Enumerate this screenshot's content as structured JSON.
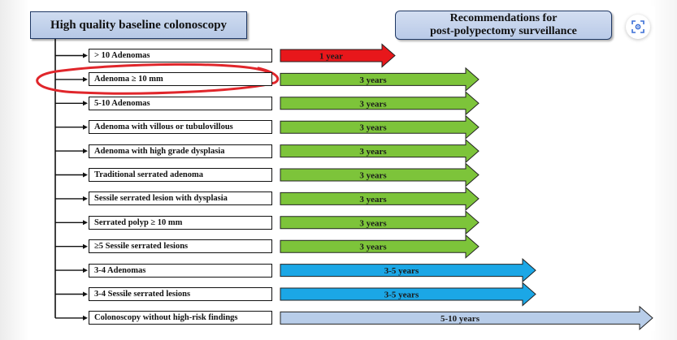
{
  "title": "High quality baseline colonoscopy",
  "recommendations": {
    "line1": "Recommendations for",
    "line2": "post-polypectomy surveillance"
  },
  "rows": [
    {
      "label": "> 10 Adenomas",
      "interval": "1 year",
      "color": "#e8171b",
      "bar_end": 0
    },
    {
      "label": "Adenoma ≥ 10 mm",
      "interval": "3 years",
      "color": "#7dc43a",
      "bar_end": 1
    },
    {
      "label": "5-10 Adenomas",
      "interval": "3 years",
      "color": "#7dc43a",
      "bar_end": 1
    },
    {
      "label": "Adenoma with villous or tubulovillous",
      "interval": "3 years",
      "color": "#7dc43a",
      "bar_end": 1
    },
    {
      "label": "Adenoma with high grade dysplasia",
      "interval": "3 years",
      "color": "#7dc43a",
      "bar_end": 1
    },
    {
      "label": "Traditional serrated adenoma",
      "interval": "3 years",
      "color": "#7dc43a",
      "bar_end": 1
    },
    {
      "label": "Sessile serrated lesion with dysplasia",
      "interval": "3 years",
      "color": "#7dc43a",
      "bar_end": 1
    },
    {
      "label": "Serrated polyp ≥ 10 mm",
      "interval": "3 years",
      "color": "#7dc43a",
      "bar_end": 1
    },
    {
      "label": "≥5 Sessile serrated lesions",
      "interval": "3 years",
      "color": "#7dc43a",
      "bar_end": 1
    },
    {
      "label": "3-4 Adenomas",
      "interval": "3-5 years",
      "color": "#1ba7e6",
      "bar_end": 2
    },
    {
      "label": "3-4 Sessile serrated lesions",
      "interval": "3-5 years",
      "color": "#1ba7e6",
      "bar_end": 2
    },
    {
      "label": "Colonoscopy without high-risk findings",
      "interval": "5-10 years",
      "color": "#b8cde9",
      "bar_end": 3
    }
  ],
  "highlight": {
    "row": 1,
    "color": "#e0262b"
  },
  "icons": {
    "lens": "lens-search-icon"
  }
}
